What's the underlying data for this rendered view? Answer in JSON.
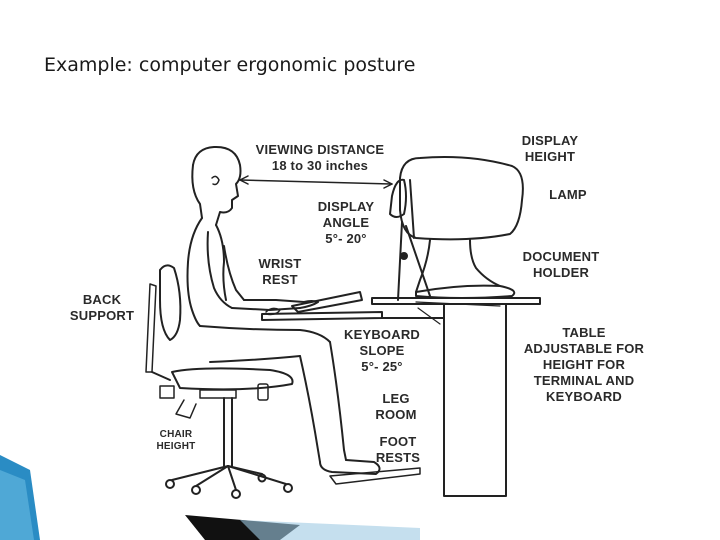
{
  "slide": {
    "title": "Example: computer ergonomic posture"
  },
  "diagram": {
    "labels": {
      "viewing_distance": "VIEWING DISTANCE\n18 to 30 inches",
      "display_height": "DISPLAY\nHEIGHT",
      "lamp": "LAMP",
      "display_angle": "DISPLAY\nANGLE\n5°- 20°",
      "document_holder": "DOCUMENT\nHOLDER",
      "wrist_rest": "WRIST\nREST",
      "back_support": "BACK\nSUPPORT",
      "keyboard_slope": "KEYBOARD\nSLOPE\n5°- 25°",
      "table": "TABLE\nADJUSTABLE FOR\nHEIGHT FOR\nTERMINAL AND\nKEYBOARD",
      "leg_room": "LEG\nROOM",
      "foot_rests": "FOOT\nRESTS",
      "chair_height": "CHAIR\nHEIGHT"
    }
  },
  "colors": {
    "line": "#222222",
    "accent_blue": "#2a8cc4",
    "accent_dark": "#111111"
  }
}
